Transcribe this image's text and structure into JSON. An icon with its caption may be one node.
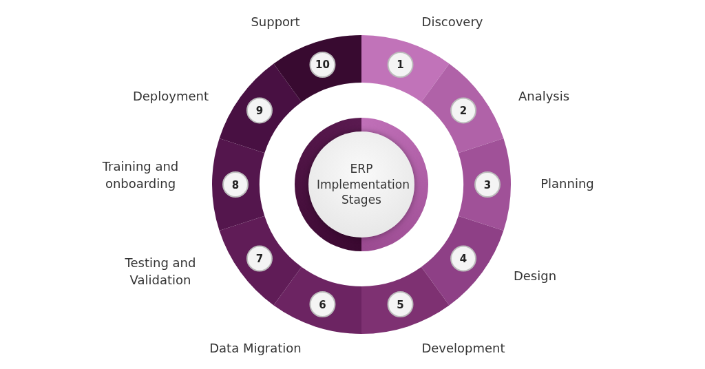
{
  "diagram": {
    "nodes": [
      {
        "text": [
          "ERP Implementation Stages"
        ]
      },
      {
        "text": [
          "1"
        ],
        "beside": [
          "Discovery"
        ]
      },
      {
        "text": [
          "2"
        ],
        "beside": [
          "Analysis"
        ]
      },
      {
        "text": [
          "3"
        ],
        "beside": [
          "Planning"
        ]
      },
      {
        "text": [
          "4"
        ],
        "beside": [
          "Design"
        ]
      },
      {
        "text": [
          "5"
        ],
        "beside": [
          "Development"
        ]
      },
      {
        "text": [
          "6"
        ],
        "beside": [
          "Data Migration"
        ]
      },
      {
        "text": [
          "7"
        ],
        "beside": [
          "Testing and Validation"
        ]
      },
      {
        "text": [
          "8"
        ],
        "beside": [
          "Training and onboarding"
        ]
      },
      {
        "text": [
          "9"
        ],
        "beside": [
          "Deployment"
        ]
      },
      {
        "text": [
          "10"
        ],
        "beside": [
          "Support"
        ]
      }
    ]
  }
}
